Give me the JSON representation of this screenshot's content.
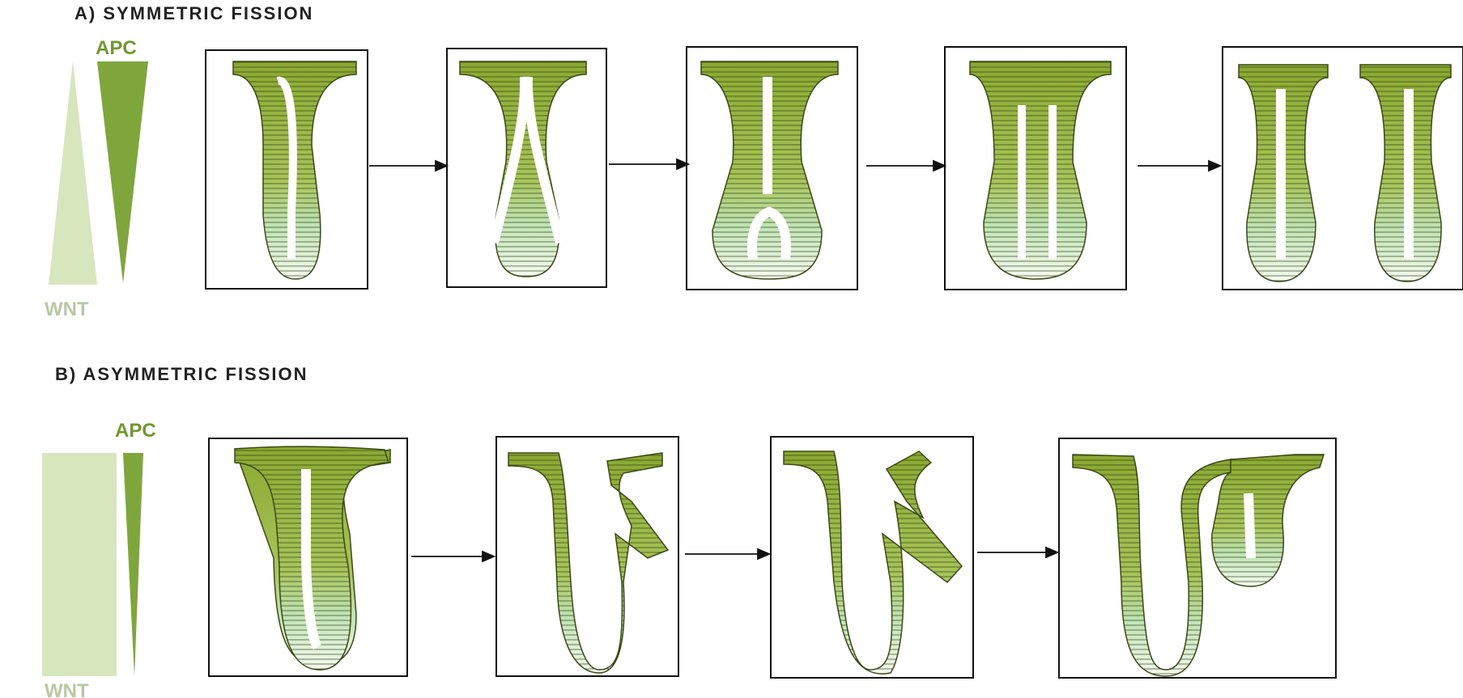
{
  "panel_a": {
    "title": "A)  SYMMETRIC FISSION",
    "gradient_top_label": "APC",
    "gradient_bottom_label": "WNT",
    "stage_count": 5
  },
  "panel_b": {
    "title": "B) ASYMMETRIC FISSION",
    "gradient_top_label": "APC",
    "gradient_bottom_label": "WNT",
    "stage_count": 4
  },
  "colors": {
    "crypt_dark": "#7a9a26",
    "crypt_mid": "#b5cf6a",
    "crypt_light": "#e8f4e8",
    "wnt_fill": "#d7e6bd",
    "apc_fill": "#7ea63a",
    "apc_text": "#6e9a2c",
    "wnt_text": "#b7c9a0",
    "title_text": "#222222",
    "frame": "#111111"
  }
}
